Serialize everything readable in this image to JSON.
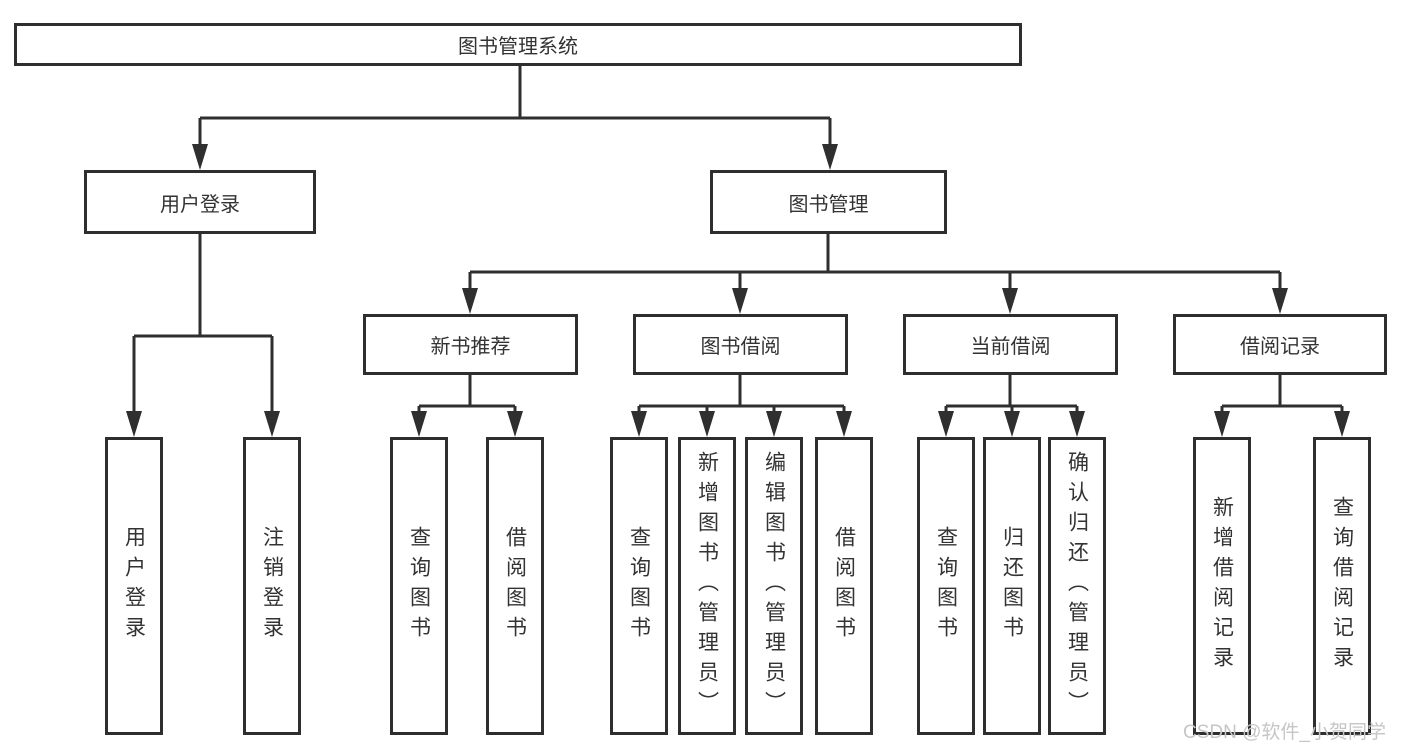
{
  "nodes": {
    "root": "图书管理系统",
    "user_login": "用户登录",
    "book_management": "图书管理",
    "new_book_recommend": "新书推荐",
    "book_borrow": "图书借阅",
    "current_borrow": "当前借阅",
    "borrow_records": "借阅记录"
  },
  "leaves": {
    "user_login": [
      "用户登录",
      "注销登录"
    ],
    "new_book_recommend": [
      "查询图书",
      "借阅图书"
    ],
    "book_borrow": [
      "查询图书",
      "新增图书（管理员）",
      "编辑图书（管理员）",
      "借阅图书"
    ],
    "current_borrow": [
      "查询图书",
      "归还图书",
      "确认归还（管理员）"
    ],
    "borrow_records": [
      "新增借阅记录",
      "查询借阅记录"
    ]
  },
  "watermark": "CSDN @软件_小贺同学",
  "colors": {
    "background": "#ffffff",
    "line": "#2f2f2f",
    "box_border": "#2e2e2e",
    "text": "#333333",
    "watermark": "#c6c6c6"
  }
}
